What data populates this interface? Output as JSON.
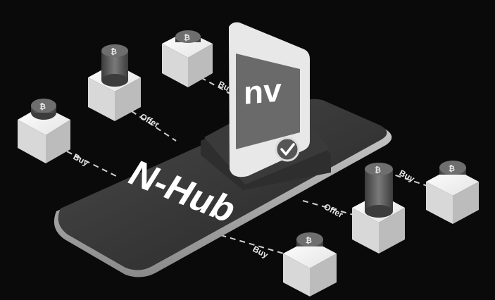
{
  "brand": {
    "hub_title": "N-Hub",
    "logo_text": "nv"
  },
  "connectors": {
    "buy_top_left": "Buy",
    "buy_top": "Buy",
    "offer_top": "Offer",
    "buy_right": "Buy",
    "offer_right": "Offer",
    "buy_bottom": "Buy"
  },
  "icons": {
    "coin": "bitcoin-coin-icon",
    "check": "check-icon"
  },
  "colors": {
    "background": "#0a0a0a",
    "platform": "#3a3a3a",
    "cube_face": "#f2f2f2",
    "coin": "#5a5a5a"
  }
}
